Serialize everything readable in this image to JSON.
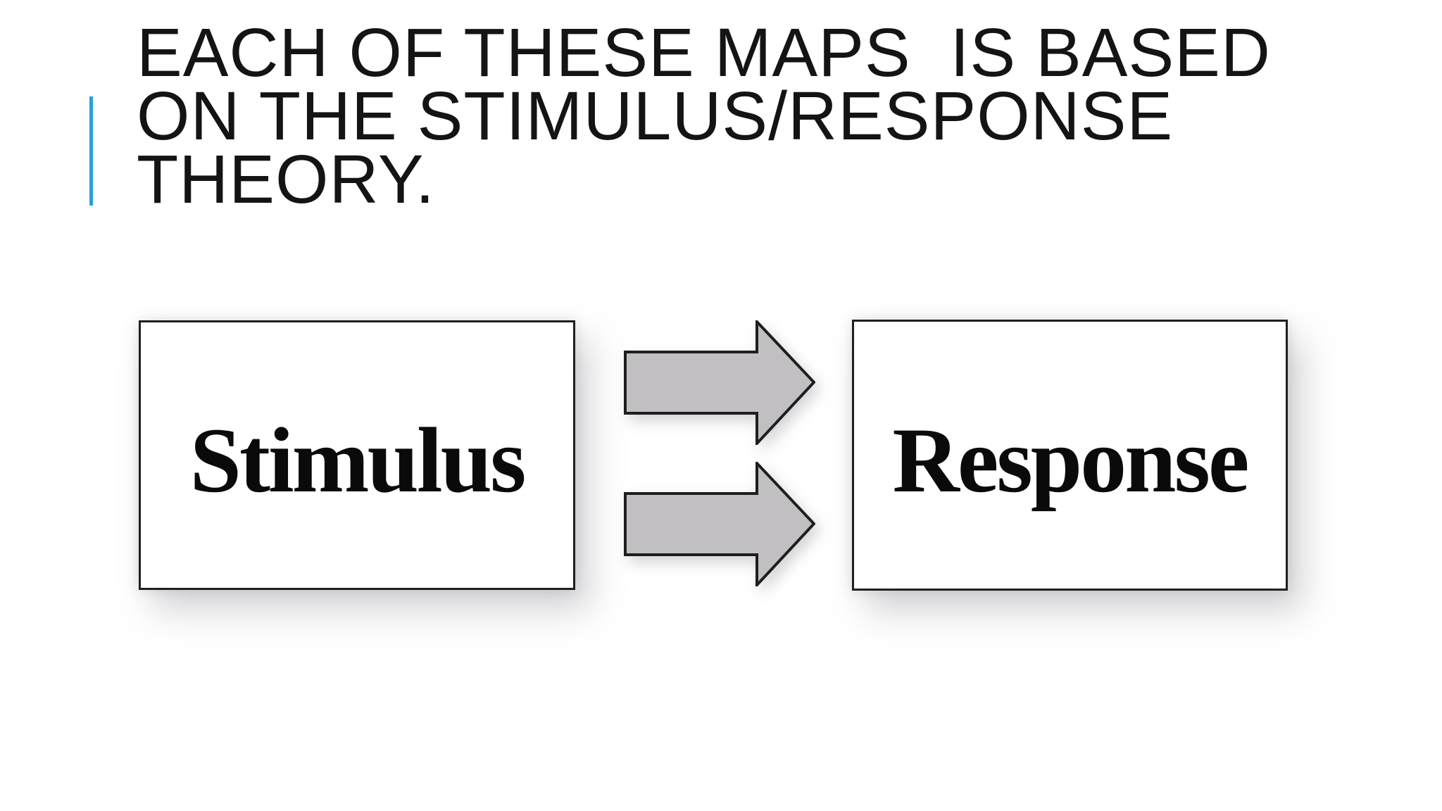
{
  "slide": {
    "title_lines": [
      "EACH OF THESE MAPS  IS BASED",
      "ON THE STIMULUS/RESPONSE",
      "THEORY."
    ],
    "title_full": "EACH OF THESE MAPS  IS BASED ON THE STIMULUS/RESPONSE THEORY.",
    "diagram": {
      "stimulus_label": "Stimulus",
      "response_label": "Response",
      "arrow_direction": "right",
      "arrow_count": 2
    },
    "colors": {
      "accent_bar": "#2AA0DA",
      "box_border": "#1F1F1F",
      "box_fill": "#FFFFFF",
      "arrow_fill": "#C1BFC1",
      "arrow_stroke": "#1E1E1E",
      "title_text": "#141414",
      "label_text": "#0A0A0A",
      "background": "#FFFFFF"
    }
  }
}
